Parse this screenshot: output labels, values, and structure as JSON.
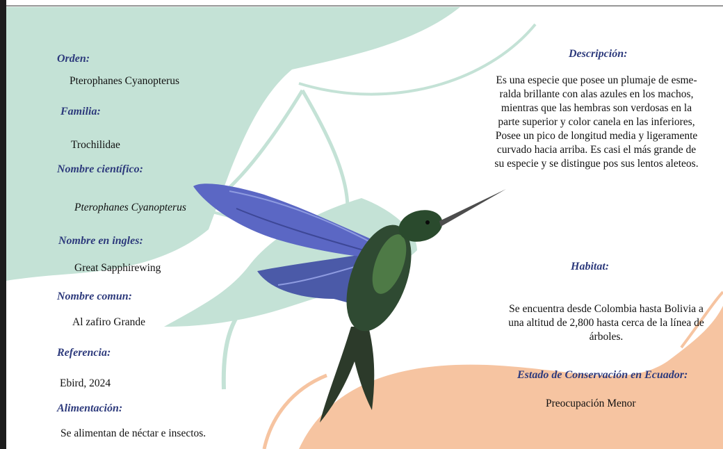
{
  "document": {
    "left_column": [
      {
        "key": "orden",
        "heading": "Orden:",
        "value": "Pterophanes Cyanopterus"
      },
      {
        "key": "familia",
        "heading": "Familia:",
        "value": "Trochilidae"
      },
      {
        "key": "nombre_cientifico",
        "heading": "Nombre científico:",
        "value": "Pterophanes Cyanopterus"
      },
      {
        "key": "nombre_ingles",
        "heading": "Nombre en ingles:",
        "value": "Great Sapphirewing"
      },
      {
        "key": "nombre_comun",
        "heading": "Nombre comun:",
        "value": "Al zafiro Grande"
      },
      {
        "key": "referencia",
        "heading": "Referencia:",
        "value": "Ebird, 2024"
      },
      {
        "key": "alimentacion",
        "heading": "Alimentación:",
        "value": "Se alimentan de néctar e insectos."
      }
    ],
    "descripcion": {
      "heading": "Descripción:",
      "lines": [
        "Es una especie que posee un plumaje de esme-",
        "ralda brillante con alas azules en los machos,",
        "mientras que las hembras son verdosas en la",
        "parte superior y color canela en las inferiores,",
        "Posee un pico de longitud media y ligeramente",
        "curvado hacia arriba. Es casi el más grande de",
        "su especie y se distingue pos sus lentos aleteos."
      ]
    },
    "habitat": {
      "heading": "Habitat:",
      "lines": [
        "Se encuentra desde Colombia hasta Bolivia a",
        "una altitud de 2,800 hasta cerca de la línea de",
        "árboles."
      ]
    },
    "conservacion": {
      "heading": "Estado de Conservación en Ecuador:",
      "value": "Preocupación Menor"
    }
  },
  "colors": {
    "heading": "#2d3a7c",
    "mint": "#c4e2d6",
    "peach": "#f6c4a1",
    "wing_blue": "#5b67c4",
    "body_green": "#2f4a32"
  },
  "illustration": {
    "subject": "hummingbird",
    "icon": "hummingbird-illustration"
  }
}
